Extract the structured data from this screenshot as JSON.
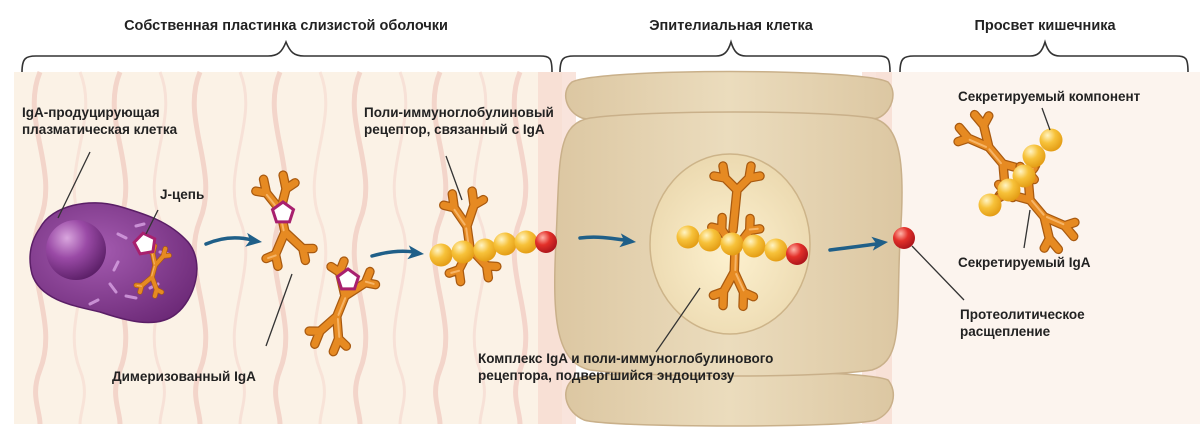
{
  "sections": {
    "lamina": "Собственная пластинка слизистой оболочки",
    "epithelial": "Эпителиальная клетка",
    "lumen": "Просвет кишечника"
  },
  "labels": {
    "plasma_cell_1": "IgA-продуцирующая",
    "plasma_cell_2": "плазматическая клетка",
    "j_chain": "J-цепь",
    "dimeric": "Димеризованный IgA",
    "receptor_1": "Поли-иммуноглобулиновый",
    "receptor_2": "рецептор, связанный с IgA",
    "complex_1": "Комплекс IgA и поли-иммуноглобулинового",
    "complex_2": "рецептора, подвергшийся эндоцитозу",
    "secretory_component": "Секретируемый компонент",
    "secretory_iga": "Секретируемый IgA",
    "proteolytic_1": "Протеолитическое",
    "proteolytic_2": "расщепление"
  },
  "colors": {
    "lamina_bg": "#fbf2e6",
    "lumen_bg": "#fcf4ee",
    "epithelial_cell": "#e6d4b4",
    "nucleus": "#f2e4c0",
    "plasma_cell": "#8a3f95",
    "antibody": "#e0841e",
    "receptor_bead": "#f7c23a",
    "cleavage_site": "#e2262b",
    "j_chain": "#a8206e",
    "arrow": "#1f5f88",
    "text": "#222222"
  }
}
